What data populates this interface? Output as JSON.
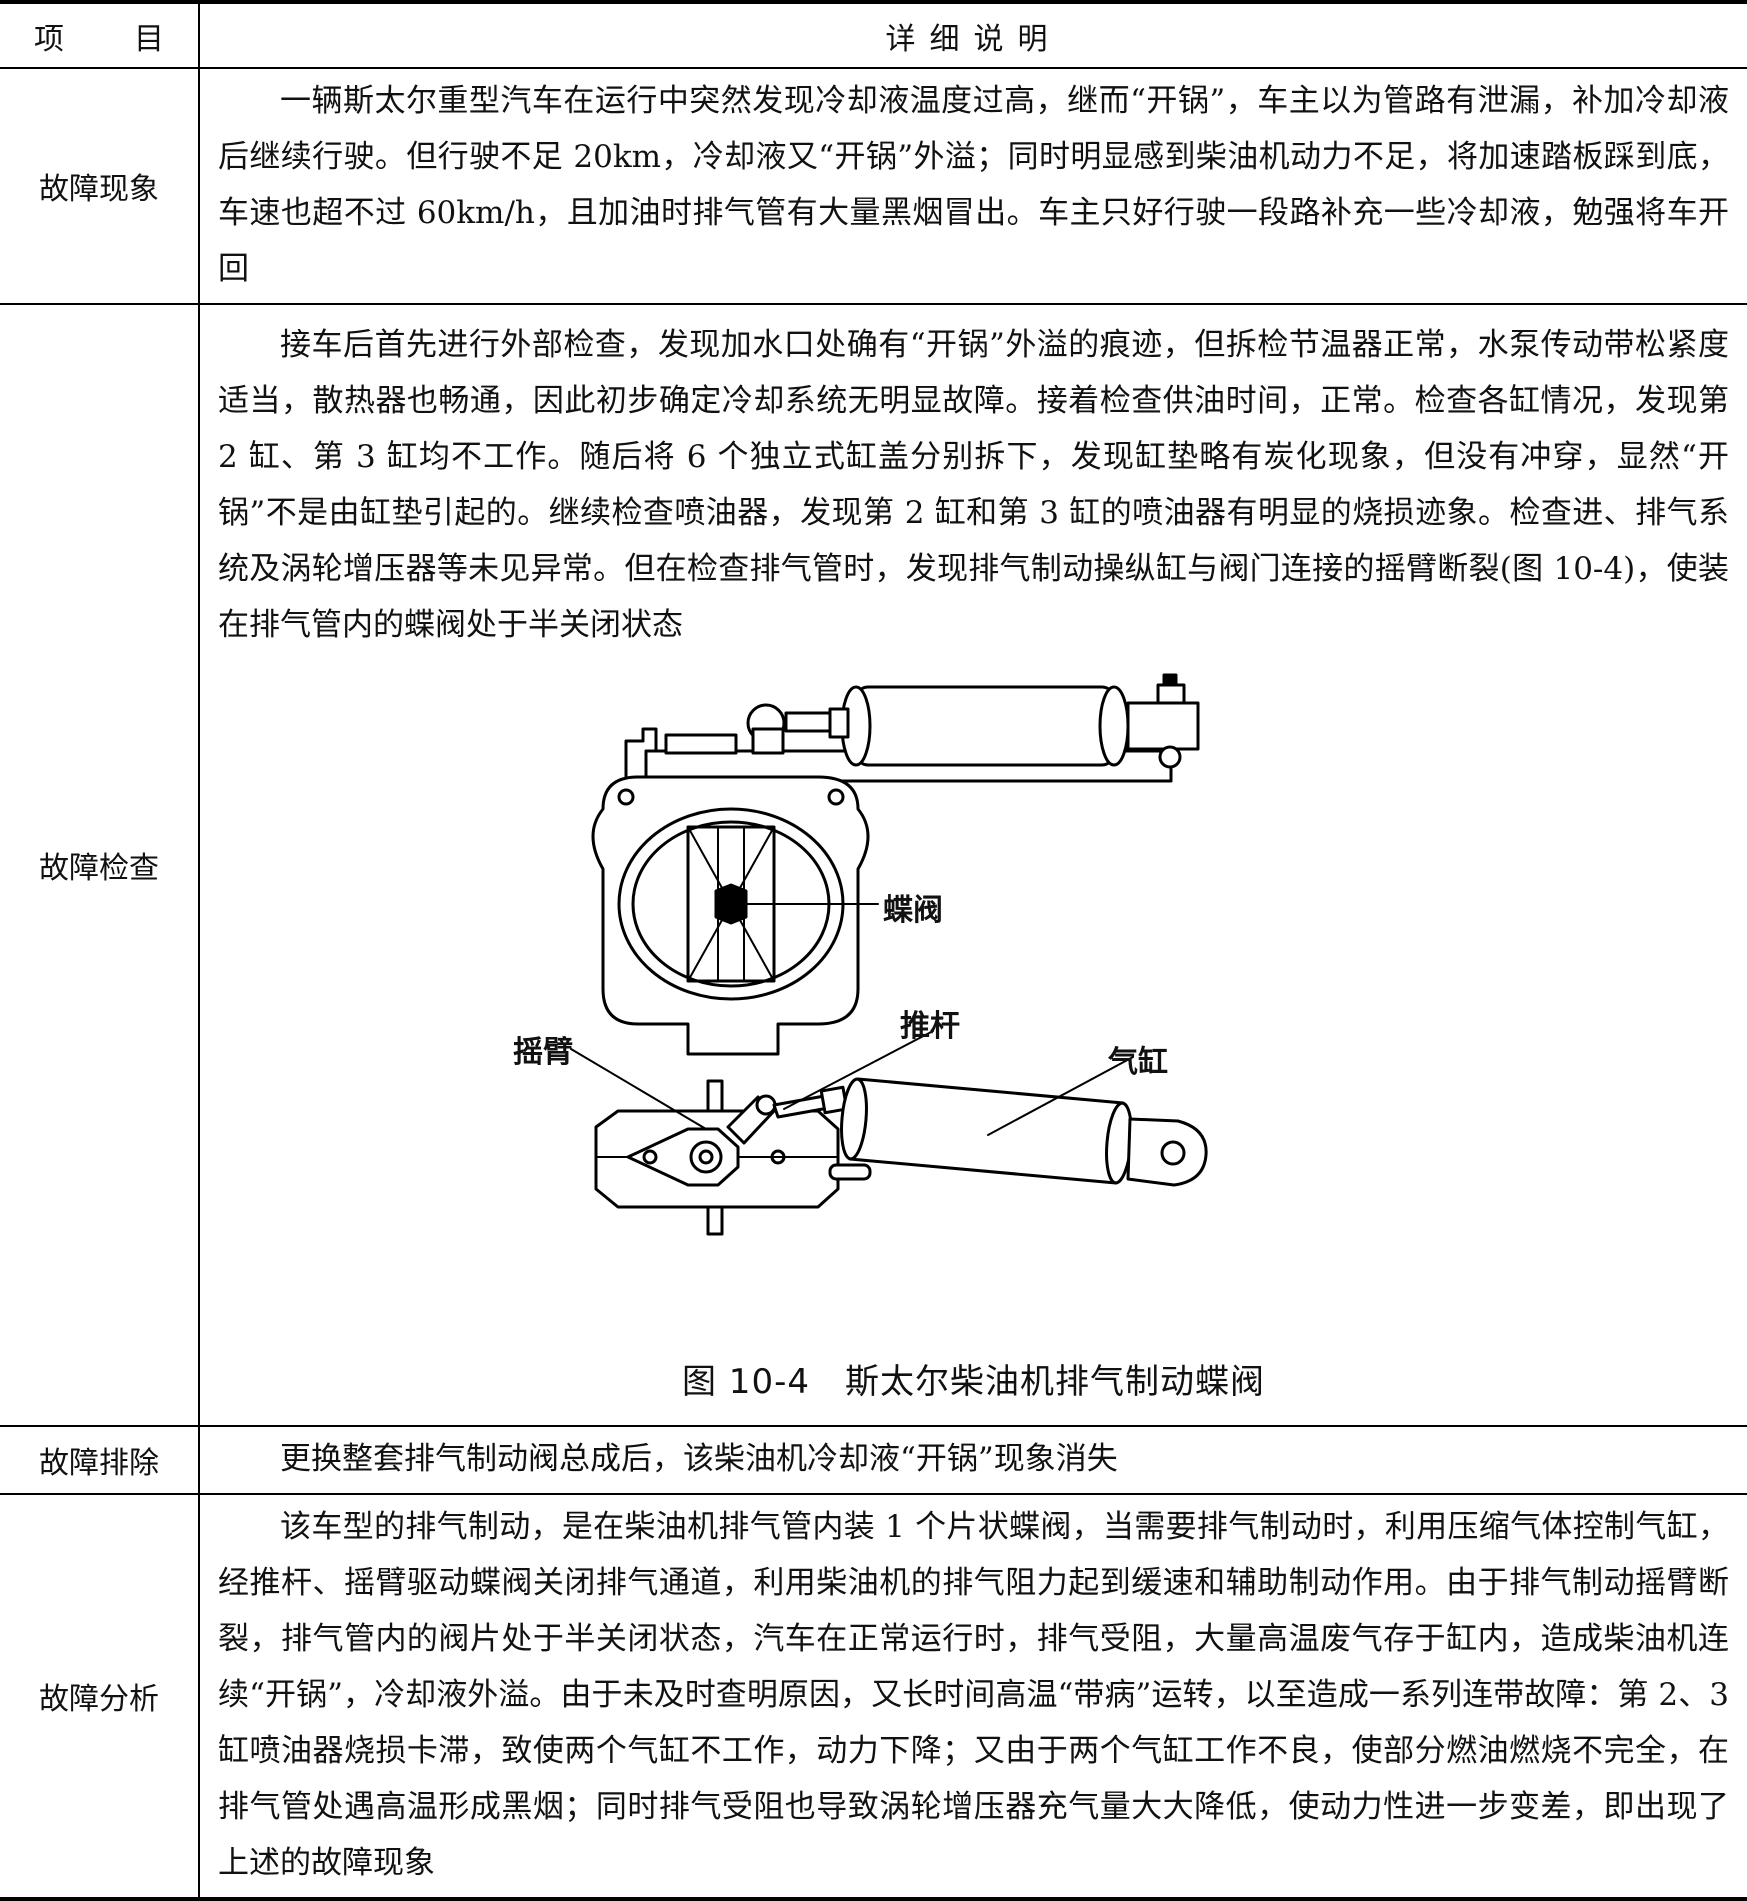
{
  "header": {
    "col1_a": "项",
    "col1_b": "目",
    "col2": "详细说明"
  },
  "rows": [
    {
      "label": "故障现象",
      "text": "一辆斯太尔重型汽车在运行中突然发现冷却液温度过高，继而“开锅”，车主以为管路有泄漏，补加冷却液后继续行驶。但行驶不足 20km，冷却液又“开锅”外溢；同时明显感到柴油机动力不足，将加速踏板踩到底，车速也超不过 60km/h，且加油时排气管有大量黑烟冒出。车主只好行驶一段路补充一些冷却液，勉强将车开回"
    },
    {
      "label": "故障检查",
      "text": "接车后首先进行外部检查，发现加水口处确有“开锅”外溢的痕迹，但拆检节温器正常，水泵传动带松紧度适当，散热器也畅通，因此初步确定冷却系统无明显故障。接着检查供油时间，正常。检查各缸情况，发现第 2 缸、第 3 缸均不工作。随后将 6 个独立式缸盖分别拆下，发现缸垫略有炭化现象，但没有冲穿，显然“开锅”不是由缸垫引起的。继续检查喷油器，发现第 2 缸和第 3 缸的喷油器有明显的烧损迹象。检查进、排气系统及涡轮增压器等未见异常。但在检查排气管时，发现排气制动操纵缸与阀门连接的摇臂断裂(图 10-4)，使装在排气管内的蝶阀处于半关闭状态"
    },
    {
      "label": "故障排除",
      "text": "更换整套排气制动阀总成后，该柴油机冷却液“开锅”现象消失"
    },
    {
      "label": "故障分析",
      "text": "该车型的排气制动，是在柴油机排气管内装 1 个片状蝶阀，当需要排气制动时，利用压缩气体控制气缸，经推杆、摇臂驱动蝶阀关闭排气通道，利用柴油机的排气阻力起到缓速和辅助制动作用。由于排气制动摇臂断裂，排气管内的阀片处于半关闭状态，汽车在正常运行时，排气受阻，大量高温废气存于缸内，造成柴油机连续“开锅”，冷却液外溢。由于未及时查明原因，又长时间高温“带病”运转，以至造成一系列连带故障：第 2、3 缸喷油器烧损卡滞，致使两个气缸不工作，动力下降；又由于两个气缸工作不良，使部分燃油燃烧不完全，在排气管处遇高温形成黑烟；同时排气受阻也导致涡轮增压器充气量大大降低，使动力性进一步变差，即出现了上述的故障现象"
    }
  ],
  "figure": {
    "caption": "图 10-4　斯太尔柴油机排气制动蝶阀",
    "labels": {
      "butterfly_valve": "蝶阀",
      "rocker_arm": "摇臂",
      "push_rod": "推杆",
      "cylinder": "气缸"
    }
  }
}
